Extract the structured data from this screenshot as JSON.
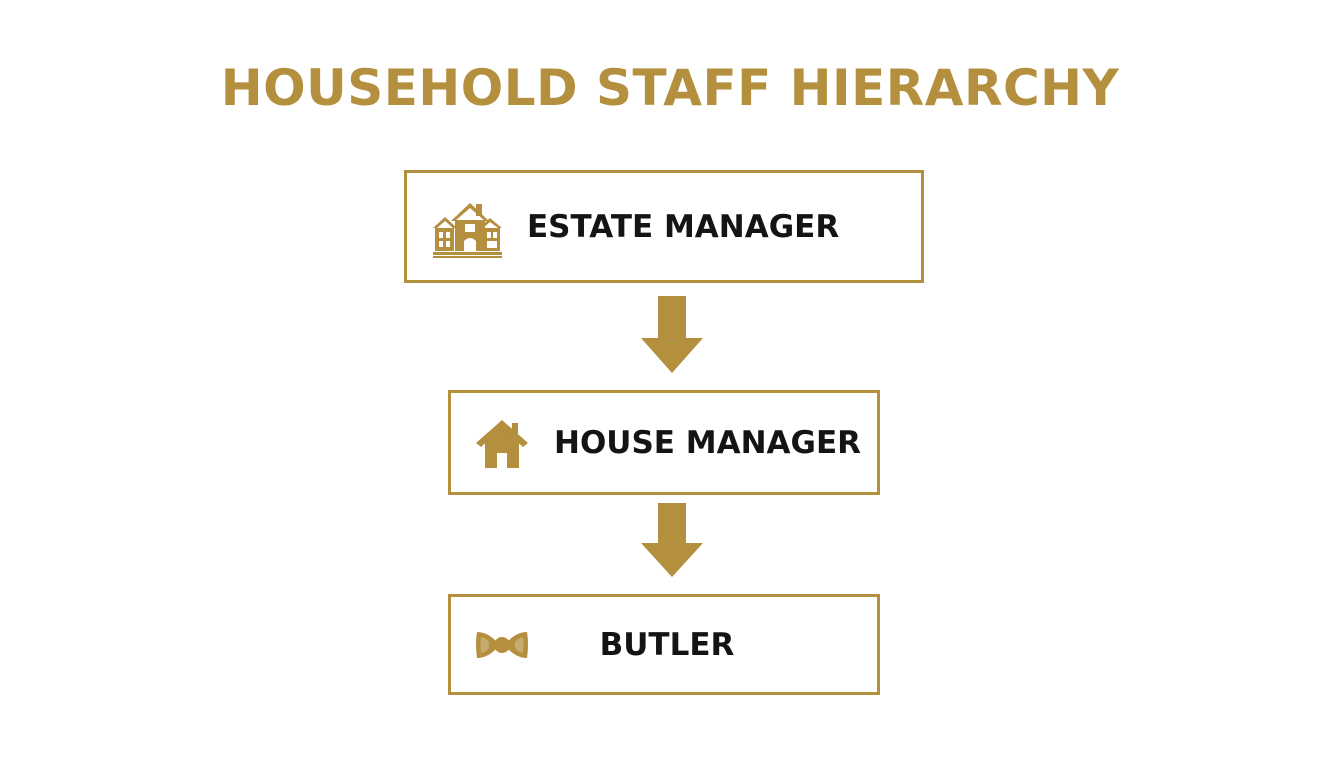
{
  "title": "HOUSEHOLD STAFF HIERARCHY",
  "colors": {
    "accent": "#B38F3E",
    "text": "#141414",
    "background": "#ffffff"
  },
  "nodes": [
    {
      "label": "ESTATE MANAGER",
      "icon": "estate-icon"
    },
    {
      "label": "HOUSE MANAGER",
      "icon": "house-icon"
    },
    {
      "label": "BUTLER",
      "icon": "bow-tie-icon"
    }
  ],
  "connectors": [
    {
      "from": "ESTATE MANAGER",
      "to": "HOUSE MANAGER",
      "icon": "down-arrow-icon"
    },
    {
      "from": "HOUSE MANAGER",
      "to": "BUTLER",
      "icon": "down-arrow-icon"
    }
  ]
}
